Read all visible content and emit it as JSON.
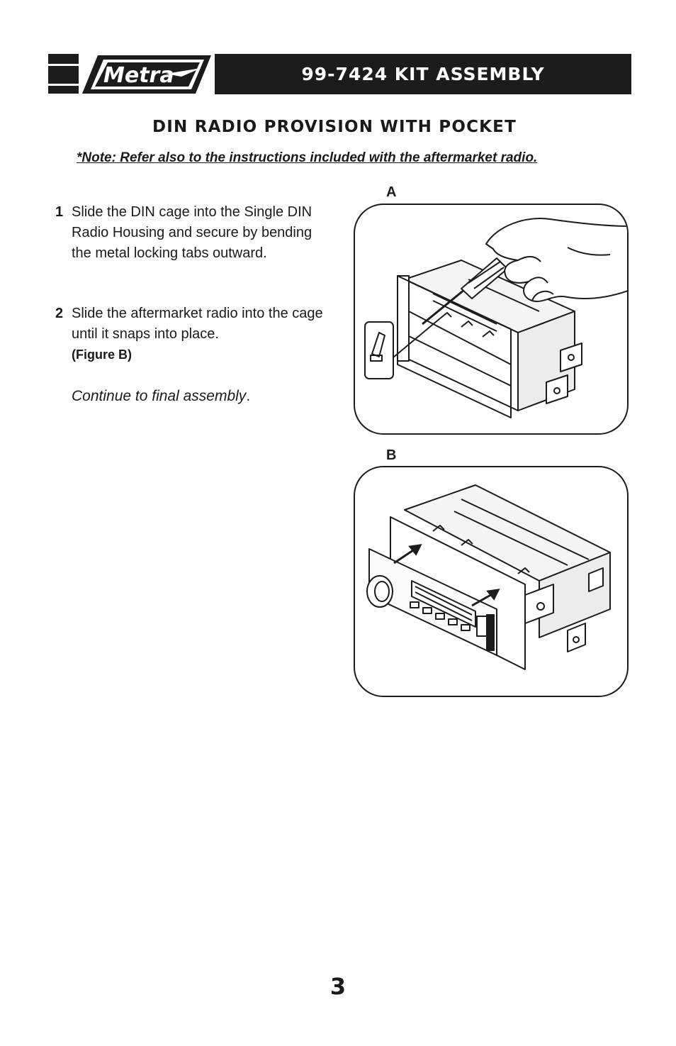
{
  "header": {
    "logo_text": "Metra",
    "title": "99-7424 KIT ASSEMBLY"
  },
  "section_title": "DIN RADIO PROVISION WITH POCKET",
  "note": "*Note: Refer also to the instructions included with the aftermarket radio.",
  "steps": [
    {
      "number": "1",
      "text": "Slide the DIN cage into the Single DIN Radio Housing and secure by bending the metal locking tabs outward."
    },
    {
      "number": "2",
      "text": "Slide the aftermarket radio into the cage until it snaps into place.",
      "figure_ref": "(Figure B)"
    }
  ],
  "continue_text": "Continue to final assembly",
  "continue_suffix": ".",
  "figures": [
    {
      "label": "A"
    },
    {
      "label": "B"
    }
  ],
  "page_number": "3"
}
